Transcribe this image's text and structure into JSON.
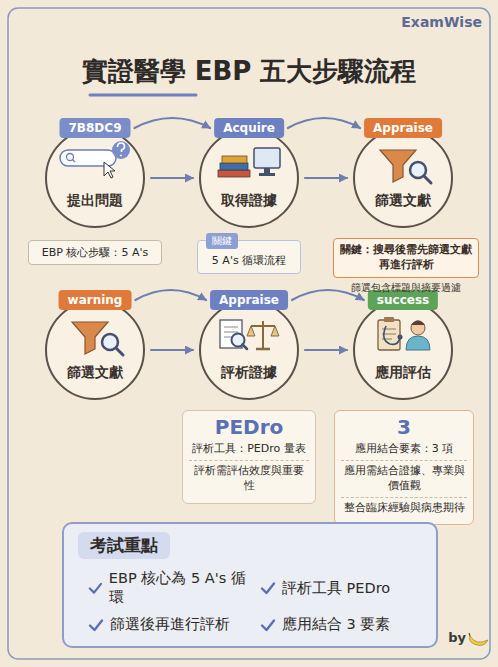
{
  "diagram": {
    "title": "實證醫學 EBP 五大步驟流程",
    "nodes": [
      {
        "text": [
          "7B8DC9",
          "提出問題"
        ]
      },
      {
        "text": [
          "Acquire",
          "取得證據"
        ]
      },
      {
        "text": [
          "Appraise",
          "篩選文獻"
        ]
      },
      {
        "text": [
          "EBP 核心步驟：5 A's"
        ]
      },
      {
        "text": [
          "關鍵",
          "5 A's 循環流程"
        ]
      },
      {
        "text": [
          "關鍵：搜尋後需先篩選文獻再進行評析"
        ]
      },
      {
        "text": [
          "warning",
          "篩選文獻"
        ]
      },
      {
        "text": [
          "Appraise",
          "評析證據"
        ]
      },
      {
        "text": [
          "success",
          "應用評估"
        ]
      },
      {
        "text": [
          "PEDro",
          "評析工具：PEDro 量表",
          "評析需評估效度與重要性"
        ]
      },
      {
        "text": [
          "3",
          "應用結合要素：3 項",
          "應用需結合證據、專業與價值觀",
          "整合臨床經驗與病患期待"
        ]
      },
      {
        "text": [
          "考試重點",
          "EBP 核心為 5 A's 循環",
          "評析工具 PEDro",
          "篩選後再進行評析",
          "應用結合 3 要素"
        ]
      }
    ],
    "edges": [
      {
        "from": 0,
        "to": 1,
        "arrow": "to"
      },
      {
        "from": 0,
        "to": 1,
        "arrow": "to"
      },
      {
        "from": 1,
        "to": 2,
        "arrow": "to"
      },
      {
        "from": 1,
        "to": 2,
        "arrow": "to"
      },
      {
        "from": 6,
        "to": 7,
        "arrow": "to"
      },
      {
        "from": 6,
        "to": 7,
        "arrow": "to"
      },
      {
        "from": 7,
        "to": 8,
        "arrow": "to"
      },
      {
        "from": 7,
        "to": 8,
        "arrow": "to"
      }
    ],
    "labels": [
      "ExamWise",
      "篩選包含標題與摘要過濾",
      "by"
    ]
  }
}
